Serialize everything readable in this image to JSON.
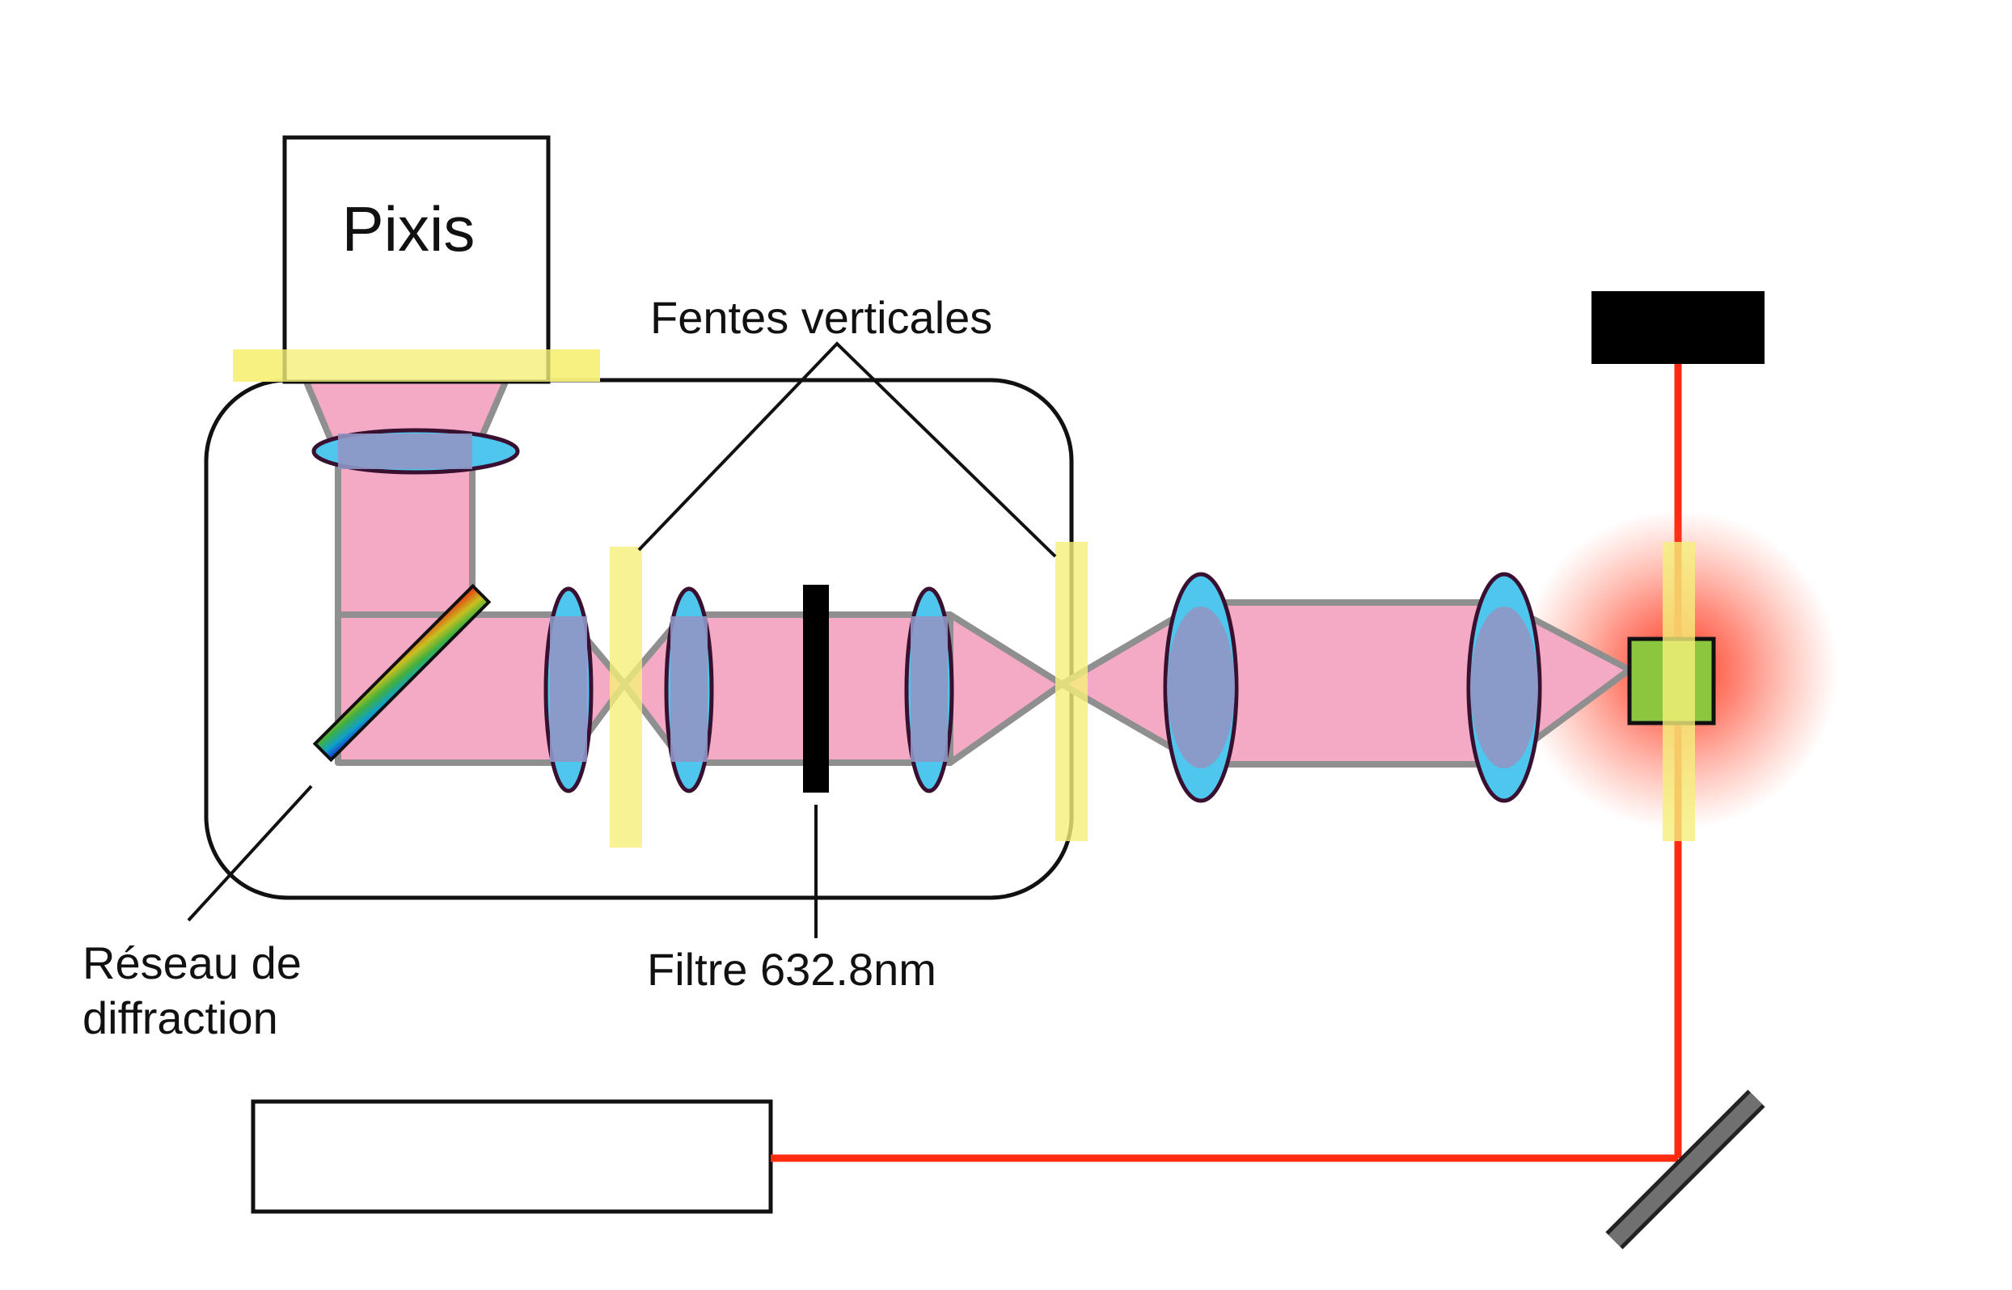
{
  "labels": {
    "camera": "Pixis",
    "slits": "Fentes verticales",
    "filter": "Filtre 632.8nm",
    "grating_line1": "Réseau de",
    "grating_line2": "diffraction"
  },
  "colors": {
    "beam_fill": "#f4a9c4",
    "beam_edge": "#8f8f8f",
    "lens_fill": "#4fc6ee",
    "lens_overlap": "#9096c4",
    "slit": "#f5f07a",
    "laser": "#ff2a10",
    "filter": "#000000",
    "sample": "#8cc63f",
    "mirror": "#6e6e6e"
  }
}
